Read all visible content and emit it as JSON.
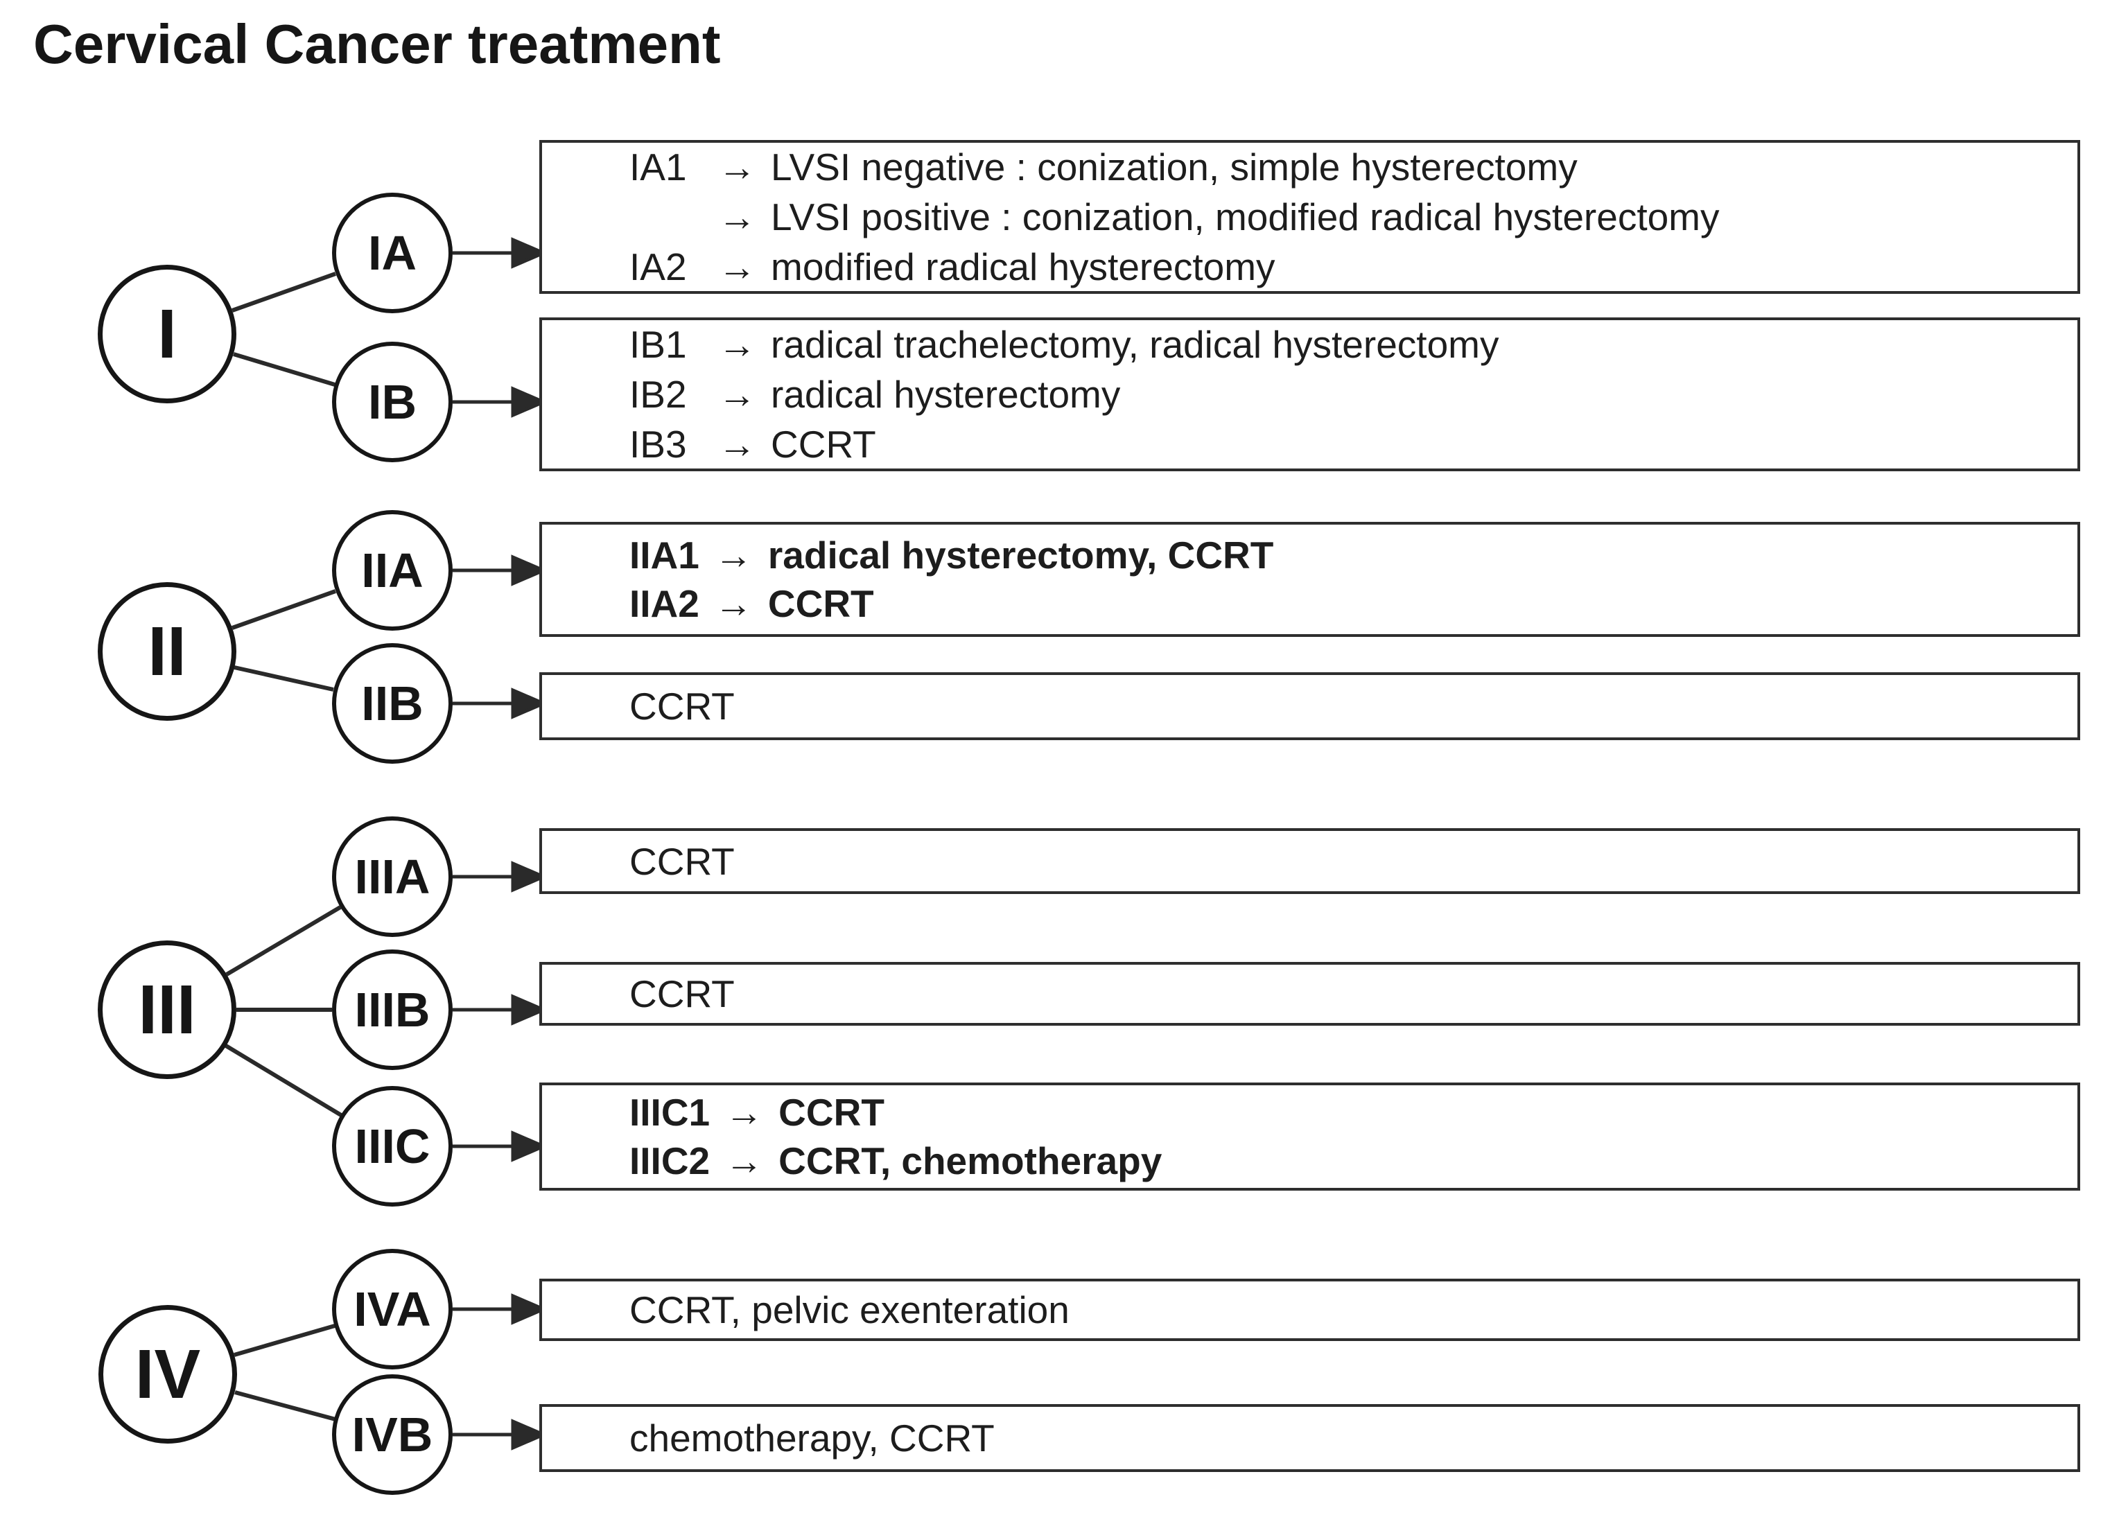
{
  "title": "Cervical Cancer treatment",
  "colors": {
    "ink": "#1d1d1d",
    "circle_border": "#161616",
    "box_border": "#2e2e2e",
    "connector": "#2a2a2a",
    "background": "#ffffff"
  },
  "stages": {
    "i": {
      "label": "I"
    },
    "ii": {
      "label": "II"
    },
    "iii": {
      "label": "III"
    },
    "iv": {
      "label": "IV"
    }
  },
  "substages": {
    "ia": {
      "label": "IA"
    },
    "ib": {
      "label": "IB"
    },
    "iia": {
      "label": "IIA"
    },
    "iib": {
      "label": "IIB"
    },
    "iiia": {
      "label": "IIIA"
    },
    "iiib": {
      "label": "IIIB"
    },
    "iiic": {
      "label": "IIIC"
    },
    "iva": {
      "label": "IVA"
    },
    "ivb": {
      "label": "IVB"
    }
  },
  "boxes": {
    "ia": {
      "lines": [
        {
          "label": "IA1",
          "arrow": "→",
          "text": "LVSI negative : conization, simple hysterectomy"
        },
        {
          "label": "",
          "arrow": "→",
          "text": "LVSI positive : conization, modified radical hysterectomy"
        },
        {
          "label": "IA2",
          "arrow": "→",
          "text": "modified radical hysterectomy"
        }
      ]
    },
    "ib": {
      "lines": [
        {
          "label": "IB1",
          "arrow": "→",
          "text": "radical trachelectomy, radical hysterectomy"
        },
        {
          "label": "IB2",
          "arrow": "→",
          "text": "radical hysterectomy"
        },
        {
          "label": "IB3",
          "arrow": "→",
          "text": "CCRT"
        }
      ]
    },
    "iia": {
      "lines": [
        {
          "label": "IIA1",
          "arrow": "→",
          "text": "radical hysterectomy, CCRT"
        },
        {
          "label": "IIA2",
          "arrow": "→",
          "text": "CCRT"
        }
      ]
    },
    "iib": {
      "lines": [
        {
          "label": "",
          "arrow": "",
          "text": "CCRT"
        }
      ]
    },
    "iiia": {
      "lines": [
        {
          "label": "",
          "arrow": "",
          "text": "CCRT"
        }
      ]
    },
    "iiib": {
      "lines": [
        {
          "label": "",
          "arrow": "",
          "text": "CCRT"
        }
      ]
    },
    "iiic": {
      "lines": [
        {
          "label": "IIIC1",
          "arrow": "→",
          "text": "CCRT"
        },
        {
          "label": "IIIC2",
          "arrow": "→",
          "text": "CCRT, chemotherapy"
        }
      ]
    },
    "iva": {
      "lines": [
        {
          "label": "",
          "arrow": "",
          "text": "CCRT, pelvic exenteration"
        }
      ]
    },
    "ivb": {
      "lines": [
        {
          "label": "",
          "arrow": "",
          "text": "chemotherapy, CCRT"
        }
      ]
    }
  }
}
